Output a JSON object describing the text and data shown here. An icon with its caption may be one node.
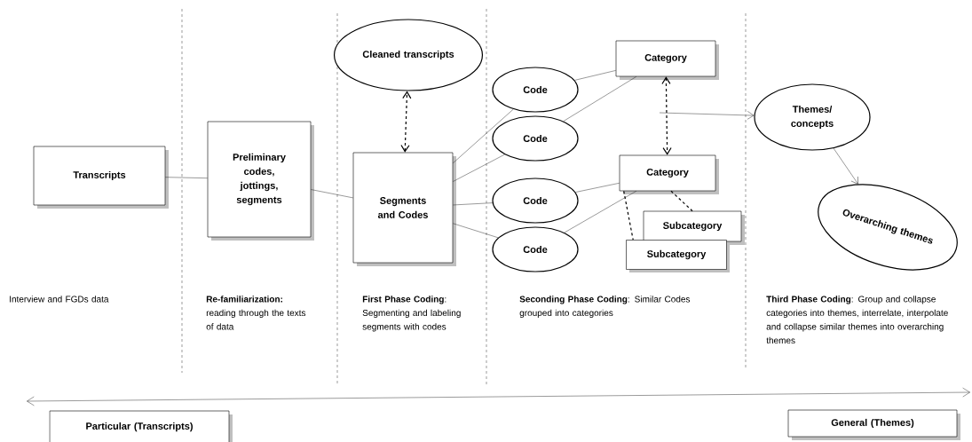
{
  "diagram": {
    "nodes": [
      {
        "text": [
          "Transcripts"
        ]
      },
      {
        "text": [
          "Preliminary codes, jottings, segments"
        ]
      },
      {
        "text": [
          "Cleaned transcripts"
        ]
      },
      {
        "text": [
          "Segments and Codes"
        ]
      },
      {
        "text": [
          "Code"
        ]
      },
      {
        "text": [
          "Code"
        ]
      },
      {
        "text": [
          "Code"
        ]
      },
      {
        "text": [
          "Code"
        ]
      },
      {
        "text": [
          "Category"
        ]
      },
      {
        "text": [
          "Category"
        ]
      },
      {
        "text": [
          "Subcategory"
        ]
      },
      {
        "text": [
          "Subcategory"
        ]
      },
      {
        "text": [
          "Themes/ concepts"
        ]
      },
      {
        "text": [
          "Overarching themes"
        ]
      },
      {
        "text": [
          "Particular (Transcripts)"
        ]
      },
      {
        "text": [
          "General (Themes)"
        ]
      }
    ],
    "edges": [
      {
        "from": 0,
        "to": 1,
        "arrow": "none"
      },
      {
        "from": 1,
        "to": 3,
        "arrow": "none"
      },
      {
        "from": 3,
        "to": 2,
        "arrow": "both",
        "style": "dashed"
      },
      {
        "from": 3,
        "to": 4,
        "arrow": "none"
      },
      {
        "from": 3,
        "to": 5,
        "arrow": "none"
      },
      {
        "from": 3,
        "to": 6,
        "arrow": "none"
      },
      {
        "from": 3,
        "to": 7,
        "arrow": "none"
      },
      {
        "from": 4,
        "to": 8,
        "arrow": "none"
      },
      {
        "from": 5,
        "to": 8,
        "arrow": "none"
      },
      {
        "from": 6,
        "to": 9,
        "arrow": "none"
      },
      {
        "from": 7,
        "to": 9,
        "arrow": "none"
      },
      {
        "from": 8,
        "to": 9,
        "arrow": "both",
        "style": "dashed"
      },
      {
        "from": 9,
        "to": 10,
        "arrow": "none",
        "style": "dashed"
      },
      {
        "from": 9,
        "to": 11,
        "arrow": "none",
        "style": "dashed"
      },
      {
        "from": null,
        "to": 12,
        "arrow": "to"
      },
      {
        "from": 12,
        "to": 13,
        "arrow": "to"
      }
    ],
    "labels": [
      "Interview and FGDs data",
      "**Re-familiarization:** reading through the texts of data",
      "**First Phase Coding**: Segmenting and labeling segments with codes",
      "**Seconding Phase Coding**:  Similar Codes grouped into categories",
      "**Third Phase Coding**:  Group and collapse categories into themes, interrelate, interpolate and collapse similar themes into overarching themes"
    ]
  }
}
